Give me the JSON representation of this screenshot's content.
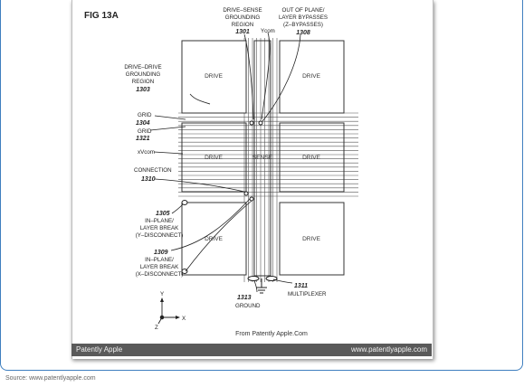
{
  "figure": {
    "title": "FIG 13A",
    "cells": {
      "drive": "DRIVE",
      "sense": "SENSE"
    },
    "labels": {
      "drive_sense_region": [
        "DRIVE–SENSE",
        "GROUNDING",
        "REGION"
      ],
      "ref_1301": "1301",
      "ycom": "Ycom",
      "out_of_plane": [
        "OUT OF PLANE/",
        "LAYER BYPASSES",
        "(Z–BYPASSES)"
      ],
      "ref_1308": "1308",
      "drive_drive_region": [
        "DRIVE–DRIVE",
        "GROUNDING",
        "REGION"
      ],
      "ref_1303": "1303",
      "grid_a": "GRID",
      "ref_1304": "1304",
      "grid_b": "GRID",
      "ref_1321": "1321",
      "xvcom": "xVcom",
      "connection": "CONNECTION",
      "ref_1310": "1310",
      "ref_1305": "1305",
      "inplane_y": [
        "IN–PLANE/",
        "LAYER BREAK",
        "(Y–DISCONNECT)"
      ],
      "ref_1309": "1309",
      "inplane_x": [
        "IN–PLANE/",
        "LAYER BREAK",
        "(X–DISCONNECT)"
      ],
      "ref_1311": "1311",
      "multiplexer": "MULTIPLEXER",
      "ref_1313": "1313",
      "ground": "GROUND",
      "axis_y": "Y",
      "axis_x": "X",
      "axis_z": "Z"
    },
    "credit": "From Patently Apple.Com"
  },
  "footer": {
    "left": "Patently Apple",
    "right": "www.patentlyapple.com"
  },
  "source": "Source: www.patentlyapple.com",
  "colors": {
    "border": "#3f7fbf",
    "footer_bg": "#5a5a5a"
  }
}
